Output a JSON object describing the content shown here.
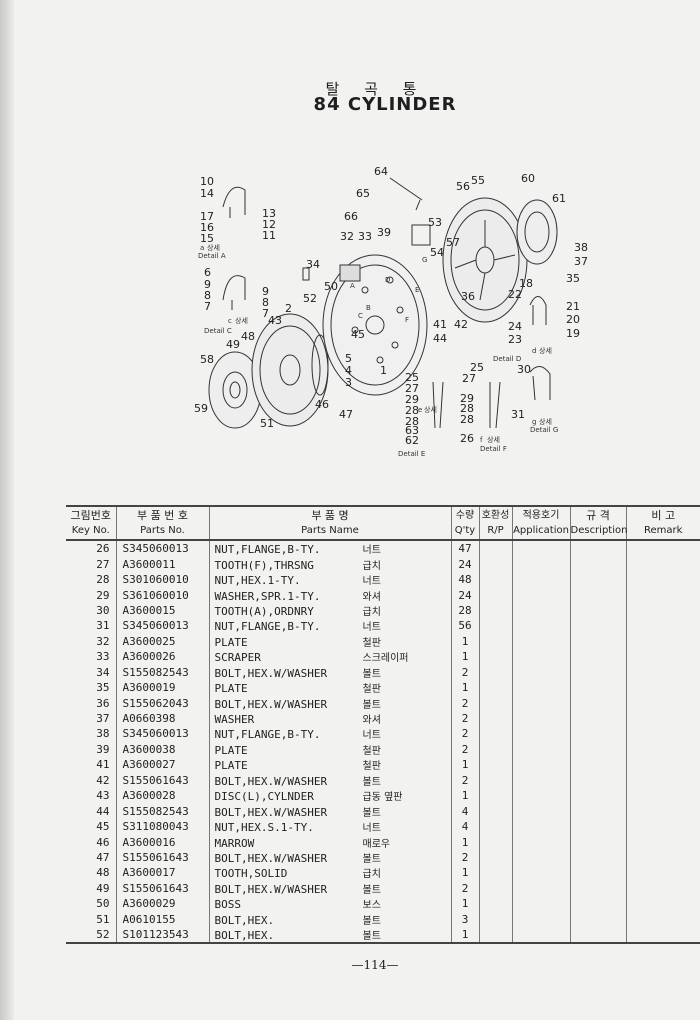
{
  "title_ko": "탈 곡 통",
  "title_en": "84  CYLINDER",
  "diagram": {
    "callouts": [
      "10",
      "14",
      "17",
      "16",
      "15",
      "13",
      "12",
      "11",
      "6",
      "9",
      "8",
      "7",
      "9",
      "8",
      "7",
      "2",
      "43",
      "48",
      "49",
      "58",
      "59",
      "51",
      "64",
      "65",
      "66",
      "32",
      "33",
      "39",
      "34",
      "50",
      "52",
      "56",
      "55",
      "60",
      "61",
      "53",
      "57",
      "54",
      "36",
      "38",
      "37",
      "35",
      "18",
      "22",
      "21",
      "20",
      "19",
      "24",
      "23",
      "41",
      "42",
      "44",
      "45",
      "1",
      "5",
      "4",
      "3",
      "46",
      "47",
      "25",
      "27",
      "29",
      "28",
      "28",
      "63",
      "62",
      "25",
      "27",
      "29",
      "28",
      "28",
      "26",
      "30",
      "31"
    ],
    "inner_letters": [
      "A",
      "B",
      "C",
      "D",
      "E",
      "F",
      "G"
    ],
    "details": [
      {
        "key": "a",
        "ko": "상세",
        "en": "Detail A"
      },
      {
        "key": "c",
        "ko": "상세",
        "en": "Detail C"
      },
      {
        "key": "d",
        "ko": "상세",
        "en": "Detail D"
      },
      {
        "key": "e",
        "ko": "상세",
        "en": "Detail E"
      },
      {
        "key": "f",
        "ko": "상세",
        "en": "Detail F"
      },
      {
        "key": "g",
        "ko": "상세",
        "en": "Detail G"
      }
    ]
  },
  "table": {
    "headers": {
      "key_ko": "그림번호",
      "key_en": "Key No.",
      "pn_ko": "부 품 번 호",
      "pn_en": "Parts No.",
      "name_ko": "부     품     명",
      "name_en": "Parts    Name",
      "qty_ko": "수량",
      "qty_en": "Q'ty",
      "rp_ko": "호환성",
      "rp_en": "R/P",
      "app_ko": "적용호기",
      "app_en": "Application",
      "desc_ko": "규   격",
      "desc_en": "Description",
      "remark_ko": "비     고",
      "remark_en": "Remark"
    },
    "rows": [
      {
        "key": "26",
        "pn": "S345060013",
        "name": "NUT,FLANGE,B-TY.",
        "ko": "너트",
        "qty": "47"
      },
      {
        "key": "27",
        "pn": "A3600011",
        "name": "TOOTH(F),THRSNG",
        "ko": "급치",
        "qty": "24"
      },
      {
        "key": "28",
        "pn": "S301060010",
        "name": "NUT,HEX.1-TY.",
        "ko": "너트",
        "qty": "48"
      },
      {
        "key": "29",
        "pn": "S361060010",
        "name": "WASHER,SPR.1-TY.",
        "ko": "와셔",
        "qty": "24"
      },
      {
        "key": "30",
        "pn": "A3600015",
        "name": "TOOTH(A),ORDNRY",
        "ko": "급치",
        "qty": "28"
      },
      {
        "key": "31",
        "pn": "S345060013",
        "name": "NUT,FLANGE,B-TY.",
        "ko": "너트",
        "qty": "56"
      },
      {
        "key": "32",
        "pn": "A3600025",
        "name": "PLATE",
        "ko": "철판",
        "qty": "1"
      },
      {
        "key": "33",
        "pn": "A3600026",
        "name": "SCRAPER",
        "ko": "스크레이퍼",
        "qty": "1"
      },
      {
        "key": "34",
        "pn": "S155082543",
        "name": "BOLT,HEX.W/WASHER",
        "ko": "볼트",
        "qty": "2"
      },
      {
        "key": "35",
        "pn": "A3600019",
        "name": "PLATE",
        "ko": "철판",
        "qty": "1"
      },
      {
        "key": "36",
        "pn": "S155062043",
        "name": "BOLT,HEX.W/WASHER",
        "ko": "볼트",
        "qty": "2"
      },
      {
        "key": "37",
        "pn": "A0660398",
        "name": "WASHER",
        "ko": "와셔",
        "qty": "2"
      },
      {
        "key": "38",
        "pn": "S345060013",
        "name": "NUT,FLANGE,B-TY.",
        "ko": "너트",
        "qty": "2"
      },
      {
        "key": "39",
        "pn": "A3600038",
        "name": "PLATE",
        "ko": "철판",
        "qty": "2"
      },
      {
        "key": "41",
        "pn": "A3600027",
        "name": "PLATE",
        "ko": "철판",
        "qty": "1"
      },
      {
        "key": "42",
        "pn": "S155061643",
        "name": "BOLT,HEX.W/WASHER",
        "ko": "볼트",
        "qty": "2"
      },
      {
        "key": "43",
        "pn": "A3600028",
        "name": "DISC(L),CYLNDER",
        "ko": "급동 옆판",
        "qty": "1"
      },
      {
        "key": "44",
        "pn": "S155082543",
        "name": "BOLT,HEX.W/WASHER",
        "ko": "볼트",
        "qty": "4"
      },
      {
        "key": "45",
        "pn": "S311080043",
        "name": "NUT,HEX.S.1-TY.",
        "ko": "너트",
        "qty": "4"
      },
      {
        "key": "46",
        "pn": "A3600016",
        "name": "MARROW",
        "ko": "매로우",
        "qty": "1"
      },
      {
        "key": "47",
        "pn": "S155061643",
        "name": "BOLT,HEX.W/WASHER",
        "ko": "볼트",
        "qty": "2"
      },
      {
        "key": "48",
        "pn": "A3600017",
        "name": "TOOTH,SOLID",
        "ko": "급치",
        "qty": "1"
      },
      {
        "key": "49",
        "pn": "S155061643",
        "name": "BOLT,HEX.W/WASHER",
        "ko": "볼트",
        "qty": "2"
      },
      {
        "key": "50",
        "pn": "A3600029",
        "name": "BOSS",
        "ko": "보스",
        "qty": "1"
      },
      {
        "key": "51",
        "pn": "A0610155",
        "name": "BOLT,HEX.",
        "ko": "볼트",
        "qty": "3"
      },
      {
        "key": "52",
        "pn": "S101123543",
        "name": "BOLT,HEX.",
        "ko": "볼트",
        "qty": "1"
      }
    ]
  },
  "page_number": "—114—"
}
